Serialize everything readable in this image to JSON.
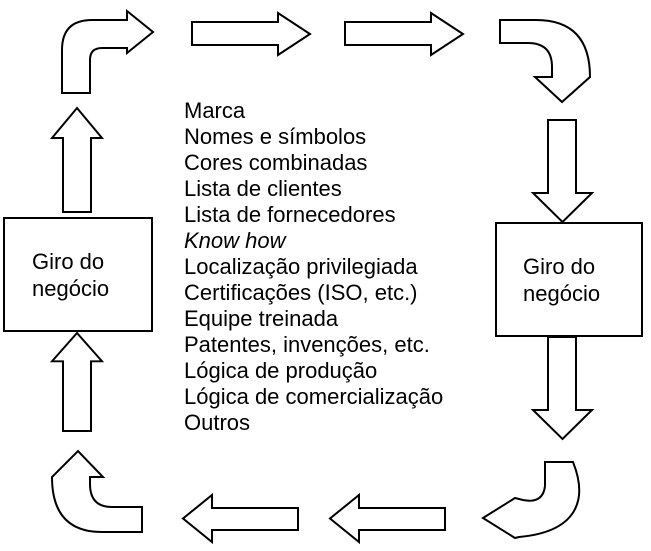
{
  "colors": {
    "background": "#ffffff",
    "stroke": "#000000",
    "text": "#000000"
  },
  "left_box": {
    "line1": "Giro do",
    "line2": "negócio"
  },
  "right_box": {
    "line1": "Giro do",
    "line2": "negócio"
  },
  "center_list": {
    "items": [
      "Marca",
      "Nomes e símbolos",
      "Cores combinadas",
      "Lista de clientes",
      "Lista de fornecedores",
      "Know how",
      "Localização privilegiada",
      "Certificações (ISO, etc.)",
      "Equipe treinada",
      "Patentes, invenções, etc.",
      "Lógica de produção",
      "Lógica de comercialização",
      "Outros"
    ]
  },
  "flow_arrows": [
    "bent-arrow-up-right",
    "right-arrow",
    "right-arrow",
    "bent-arrow-right-down",
    "down-arrow",
    "down-arrow",
    "bent-arrow-down-left",
    "left-arrow",
    "left-arrow",
    "bent-arrow-left-up",
    "up-arrow",
    "up-arrow"
  ]
}
